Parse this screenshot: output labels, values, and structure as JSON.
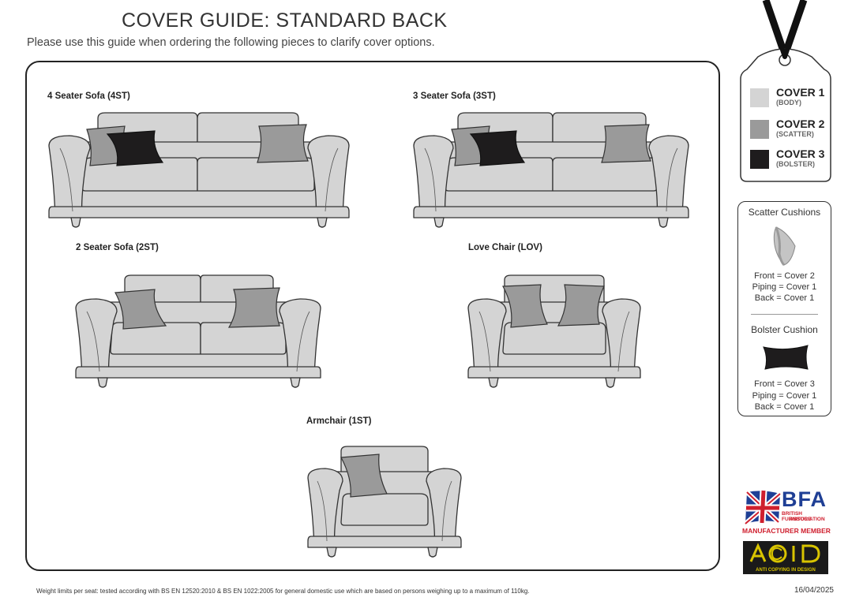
{
  "header": {
    "title": "COVER GUIDE: STANDARD BACK",
    "subtitle": "Please use this guide when ordering the following pieces to clarify cover options."
  },
  "pieces": [
    {
      "label": "4 Seater Sofa (4ST)"
    },
    {
      "label": "3 Seater Sofa (3ST)"
    },
    {
      "label": "2 Seater Sofa (2ST)"
    },
    {
      "label": "Love Chair (LOV)"
    },
    {
      "label": "Armchair (1ST)"
    }
  ],
  "legend": {
    "covers": [
      {
        "name": "COVER 1",
        "sub": "(BODY)",
        "color": "#d4d4d4"
      },
      {
        "name": "COVER 2",
        "sub": "(SCATTER)",
        "color": "#9a9a9a"
      },
      {
        "name": "COVER 3",
        "sub": "(BOLSTER)",
        "color": "#1e1c1d"
      }
    ]
  },
  "cushions": {
    "scatter": {
      "title": "Scatter Cushions",
      "front": "Front = Cover 2",
      "piping": "Piping = Cover 1",
      "back": "Back = Cover 1"
    },
    "bolster": {
      "title": "Bolster Cushion",
      "front": "Front = Cover 3",
      "piping": "Piping = Cover 1",
      "back": "Back = Cover 1"
    }
  },
  "logos": {
    "bfa_main": "BFA",
    "bfa_line1": "BRITISH FURNITURE",
    "bfa_line2": "ASSOCIATION",
    "bfa_member": "MANUFACTURER MEMBER",
    "acid_main": "ACID",
    "acid_sub": "ANTI COPYING IN DESIGN"
  },
  "footer": {
    "note": "Weight limits per seat: tested according with BS EN 12520:2010 & BS EN 1022:2005 for general domestic use which are based on persons weighing up to a maximum of 110kg.",
    "date": "16/04/2025"
  }
}
